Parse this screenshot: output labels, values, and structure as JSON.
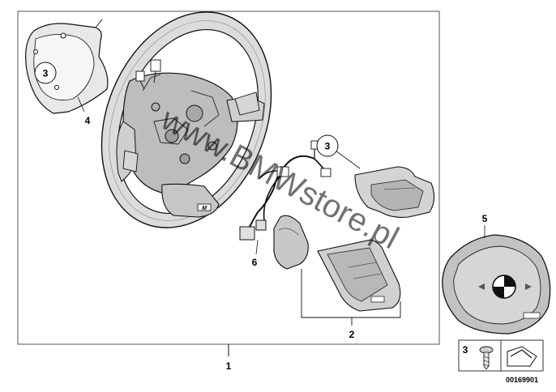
{
  "callouts": {
    "c1": "1",
    "c2": "2",
    "c3a": "3",
    "c3b": "3",
    "c4": "4",
    "c5": "5",
    "c6": "6",
    "c3_small": "3"
  },
  "diagram_number": "00169901",
  "watermark": "www.BMWstore.pl",
  "m_badge": "M"
}
